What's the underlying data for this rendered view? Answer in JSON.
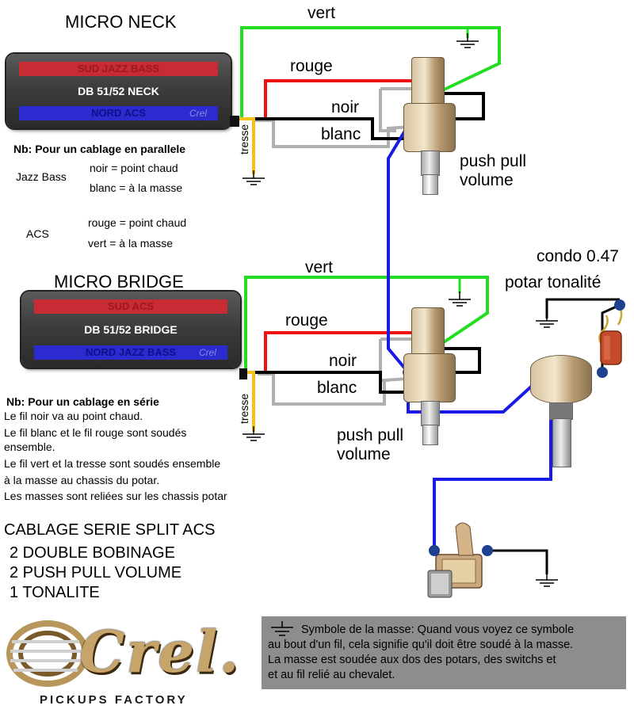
{
  "neck": {
    "title": "MICRO NECK",
    "band_top": "SUD JAZZ BASS",
    "model": "DB 51/52 NECK",
    "band_bottom": "NORD ACS",
    "crel": "Crel",
    "wire_vert": "vert",
    "wire_rouge": "rouge",
    "wire_noir": "noir",
    "wire_blanc": "blanc",
    "tresse": "tresse",
    "pot_label_1": "push pull",
    "pot_label_2": "volume"
  },
  "parallel_note": {
    "heading": "Nb: Pour un cablage en parallele",
    "jazz_label": "Jazz Bass",
    "jazz_line1": "noir = point chaud",
    "jazz_line2": "blanc = à la masse",
    "acs_label": "ACS",
    "acs_line1": "rouge = point chaud",
    "acs_line2": "vert = à la masse"
  },
  "bridge": {
    "title": "MICRO BRIDGE",
    "band_top": "SUD ACS",
    "model": "DB 51/52 BRIDGE",
    "band_bottom": "NORD JAZZ BASS",
    "crel": "Crel",
    "wire_vert": "vert",
    "wire_rouge": "rouge",
    "wire_noir": "noir",
    "wire_blanc": "blanc",
    "tresse": "tresse",
    "pot_label_1": "push pull",
    "pot_label_2": "volume"
  },
  "serie_note": {
    "heading": "Nb: Pour un cablage en série",
    "lines": [
      "Le fil noir va au point chaud.",
      "Le fil blanc et le fil rouge sont soudés",
      "ensemble.",
      "Le fil vert et la tresse sont soudés ensemble",
      " à la masse au chassis du potar.",
      "Les masses sont reliées sur les chassis potar"
    ]
  },
  "tone": {
    "condo": "condo 0.47",
    "potar": "potar tonalité"
  },
  "summary": {
    "title": "CABLAGE SERIE SPLIT ACS",
    "line1": "2 DOUBLE BOBINAGE",
    "line2": "2 PUSH PULL VOLUME",
    "line3": "1 TONALITE"
  },
  "ground_note": {
    "line1": "Symbole de la masse: Quand vous voyez ce symbole",
    "line2": "au bout d'un fil, cela signifie qu'il doit être soudé à la masse.",
    "line3": "La masse est soudée aux dos des potars, des switchs et",
    "line4": "et au fil relié au chevalet."
  },
  "logo": {
    "name": "Crel.",
    "tagline": "PICKUPS FACTORY"
  },
  "colors": {
    "vert": "#22dd22",
    "rouge": "#ee1111",
    "noir": "#000000",
    "blanc": "#b0b0b0",
    "tresse": "#f2c21a",
    "blue_wire": "#1a1ae6",
    "solder_point": "#1f3f8f"
  }
}
